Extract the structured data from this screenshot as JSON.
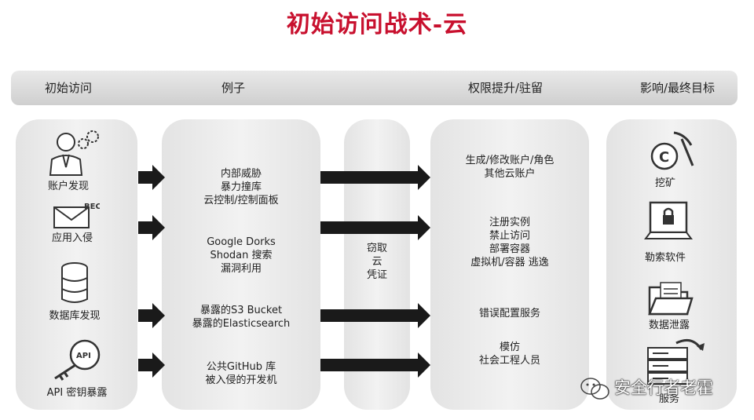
{
  "title": "初始访问战术-云",
  "headers": {
    "initial_access": "初始访问",
    "examples": "例子",
    "privilege": "权限提升/驻留",
    "impact": "影响/最终目标"
  },
  "initial_access": {
    "account_discovery": "账户发现",
    "app_intrusion": "应用入侵",
    "bec_label": "BEC",
    "db_discovery": "数据库发现",
    "api_key_exposure": "API 密钥暴露",
    "api_label": "API"
  },
  "examples": {
    "group1": [
      "内部威胁",
      "暴力撞库",
      "云控制/控制面板"
    ],
    "group2": [
      "Google Dorks",
      "Shodan 搜索",
      "漏洞利用"
    ],
    "group3": [
      "暴露的S3 Bucket",
      "暴露的Elasticsearch"
    ],
    "group4": [
      "公共GitHub 库",
      "被入侵的开发机"
    ]
  },
  "steal": [
    "窃取",
    "云",
    "凭证"
  ],
  "privilege": {
    "group1": [
      "生成/修改账户/角色",
      "其他云账户"
    ],
    "group2": [
      "注册实例",
      "禁止访问",
      "部署容器",
      "虚拟机/容器 逃逸"
    ],
    "group3": [
      "错误配置服务"
    ],
    "group4": [
      "模仿",
      "社会工程人员"
    ]
  },
  "impact": {
    "mining": "挖矿",
    "ransomware": "勒索软件",
    "data_leak": "数据泄露",
    "service": "服务"
  },
  "watermark": "安全行者老霍",
  "colors": {
    "title": "#c8102e",
    "arrow": "#1a1a1a",
    "column": "#e8e8e8"
  }
}
